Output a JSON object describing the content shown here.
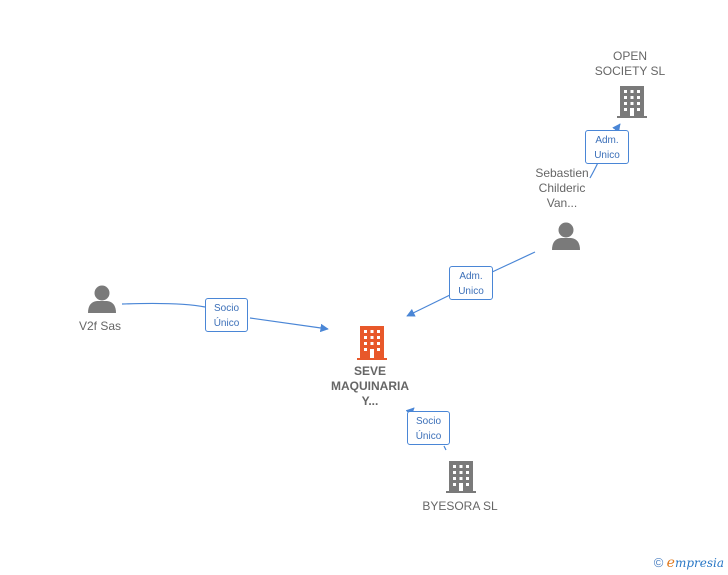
{
  "nodes": {
    "open_society": {
      "label": "OPEN\nSOCIETY  SL",
      "type": "company"
    },
    "sebastien": {
      "label": "Sebastien\nChilderic\nVan...",
      "type": "person"
    },
    "v2f": {
      "label": "V2f Sas",
      "type": "person"
    },
    "seve": {
      "label": "SEVE\nMAQUINARIA\nY...",
      "type": "company-main"
    },
    "byesora": {
      "label": "BYESORA  SL",
      "type": "company"
    }
  },
  "edges": {
    "seb_open": {
      "label": "Adm.\nUnico"
    },
    "seb_seve": {
      "label": "Adm.\nUnico"
    },
    "v2f_seve": {
      "label": "Socio\nÚnico"
    },
    "seve_byesora": {
      "label": "Socio\nÚnico"
    }
  },
  "footer": {
    "copyright": "©",
    "brand_initial": "e",
    "brand_rest": "mpresia"
  },
  "colors": {
    "edge": "#4a86d6",
    "node": "#7a7a7a",
    "main_node": "#e8582a"
  }
}
